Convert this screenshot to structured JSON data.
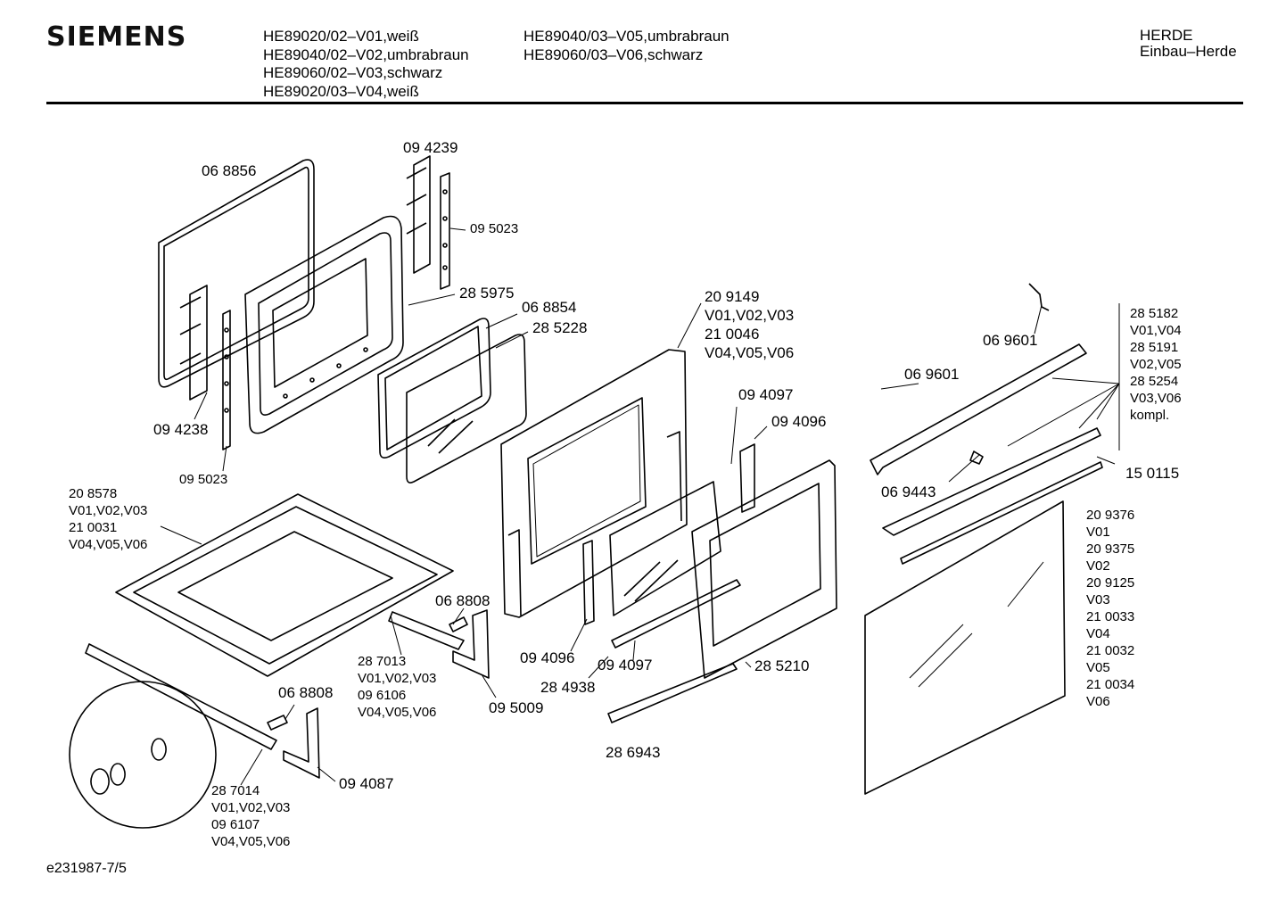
{
  "header": {
    "brand": "SIEMENS",
    "models_col1": [
      "HE89020/02–V01,weiß",
      "HE89040/02–V02,umbrabraun",
      "HE89060/02–V03,schwarz",
      "HE89020/03–V04,weiß"
    ],
    "models_col2": [
      "HE89040/03–V05,umbrabraun",
      "HE89060/03–V06,schwarz"
    ],
    "category_line1": "HERDE",
    "category_line2": "Einbau–Herde"
  },
  "parts": {
    "p068856": "06 8856",
    "p094239": "09 4239",
    "p095023a": "09 5023",
    "p285975": "28 5975",
    "p068854": "06 8854",
    "p285228": "28 5228",
    "p094238": "09 4238",
    "p095023b": "09 5023",
    "p209149_block": [
      "20 9149",
      "V01,V02,V03",
      "21 0046",
      "V04,V05,V06"
    ],
    "p094097a": "09 4097",
    "p094096a": "09 4096",
    "p208578_block": [
      "20 8578",
      "V01,V02,V03",
      "21 0031",
      "V04,V05,V06"
    ],
    "p068808a": "06 8808",
    "p287013_block": [
      "28 7013",
      "V01,V02,V03",
      "09 6106",
      "V04,V05,V06"
    ],
    "p094096b": "09 4096",
    "p094097b": "09 4097",
    "p284938": "28 4938",
    "p095009": "09 5009",
    "p285210": "28 5210",
    "p068808b": "06 8808",
    "p286943": "28 6943",
    "p094087": "09 4087",
    "p287014_block": [
      "28 7014",
      "V01,V02,V03",
      "09 6107",
      "V04,V05,V06"
    ],
    "p069601a": "06 9601",
    "p069601b": "06 9601",
    "p285182_block": [
      "28 5182",
      "V01,V04",
      "28 5191",
      "V02,V05",
      "28 5254",
      "V03,V06",
      "kompl."
    ],
    "p069443": "06 9443",
    "p150115": "15 0115",
    "p209376_block": [
      "20 9376",
      "V01",
      "20 9375",
      "V02",
      "20 9125",
      "V03",
      "21 0033",
      "V04",
      "21 0032",
      "V05",
      "21 0034",
      "V06"
    ]
  },
  "footer": {
    "code": "e231987-7/5"
  }
}
